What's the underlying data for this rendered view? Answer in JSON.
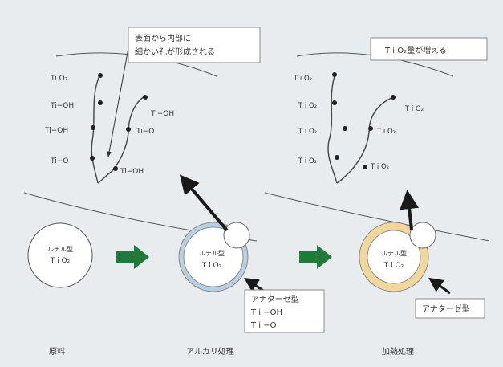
{
  "colors": {
    "background": "#e8ecef",
    "line": "#4a4a4a",
    "arrow_green": "#1f7a3c",
    "anatase_blue": "#b9cfe3",
    "anatase_orange": "#f2d79a"
  },
  "left_detail": {
    "callout": [
      "表面から内部に",
      "細かい孔が形成される"
    ],
    "labels": [
      "Ti O₂",
      "Ti−OH",
      "Ti−OH",
      "Ti−O",
      "Ti−OH",
      "Ti−O",
      "Ti−OH"
    ]
  },
  "right_detail": {
    "callout": "T i O₂量が増える",
    "labels": [
      "T i O₂",
      "T i O₂",
      "T i O₂",
      "T i O₂",
      "T i O₂",
      "T i O₂",
      "T i O₂"
    ]
  },
  "particles": {
    "raw": [
      "ルチル型",
      "T i O₂"
    ],
    "alkali": [
      "ルチル型",
      "T i O₂"
    ],
    "heated": [
      "ルチル型",
      "T i O₂"
    ]
  },
  "callouts": {
    "alkali_box": [
      "アナターゼ型",
      "T i −OH",
      "T i −O"
    ],
    "heat_box": "アナターゼ型"
  },
  "captions": {
    "raw": "原料",
    "alkali": "アルカリ処理",
    "heat": "加熱処理"
  },
  "icons": {
    "process_arrow": "green-right-arrow",
    "pointer_arrow": "black-arrow"
  }
}
